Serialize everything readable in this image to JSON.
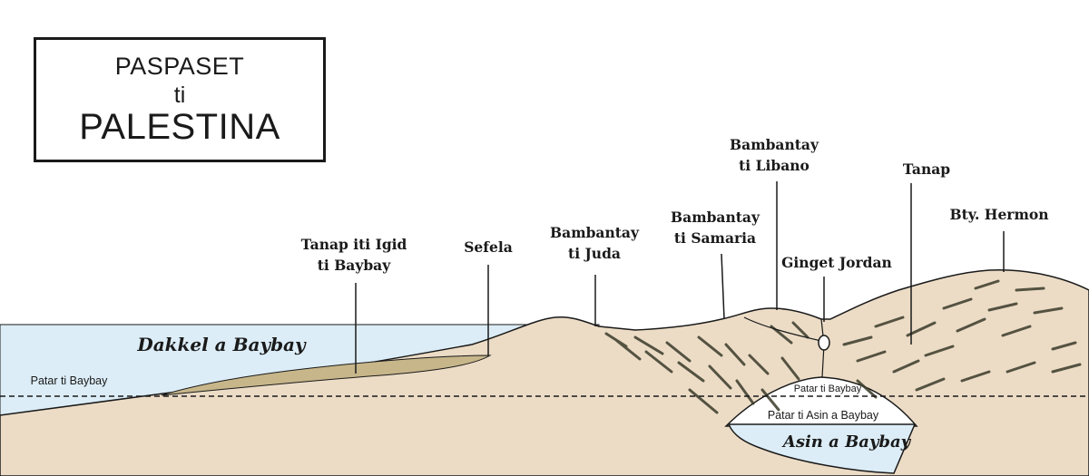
{
  "title": {
    "line1": "PASPASET",
    "line2": "ti",
    "line3": "PALESTINA"
  },
  "labels": {
    "coastal_plain": [
      "Tanap iti Igid",
      "ti Baybay"
    ],
    "sefela": "Sefela",
    "judah": [
      "Bambantay",
      "ti Juda"
    ],
    "samaria": [
      "Bambantay",
      "ti Samaria"
    ],
    "lebanon": [
      "Bambantay",
      "ti Libano"
    ],
    "jordan": "Ginget Jordan",
    "tanap": "Tanap",
    "hermon": "Bty. Hermon"
  },
  "sea": {
    "name": "Dakkel a Baybay",
    "sea_level": "Patar ti Baybay"
  },
  "dead_sea": {
    "name": "Asin a Baybay",
    "sea_level": "Patar ti Baybay",
    "surface": "Patar ti Asin a Baybay"
  },
  "colors": {
    "sea": "#dcedf7",
    "land": "#ecdcc6",
    "plain": "#c7b68a",
    "texture": "#3a3a2a",
    "outline": "#1a1a1a"
  }
}
